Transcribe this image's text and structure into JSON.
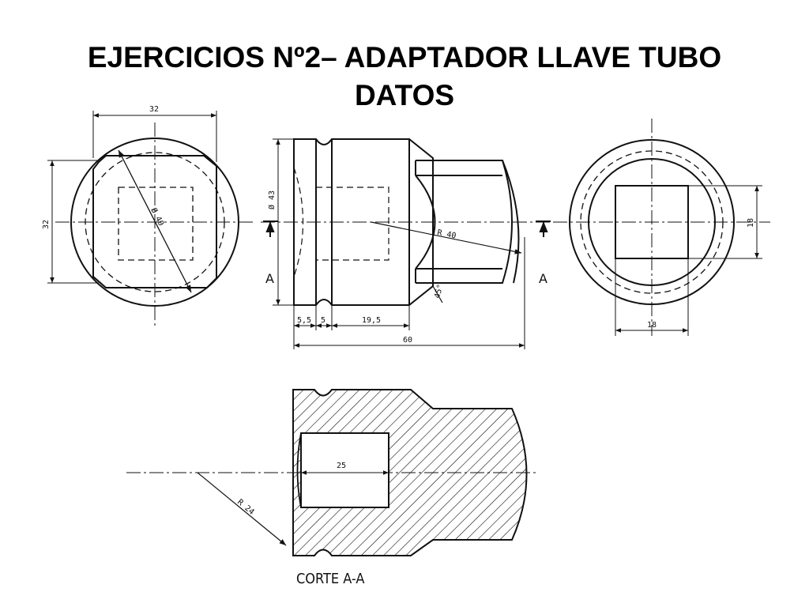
{
  "title": {
    "line1": "EJERCICIOS Nº2– ADAPTADOR LLAVE TUBO",
    "line2": "DATOS"
  },
  "dimensions": {
    "left_width": "32",
    "left_height": "32",
    "left_diag": "Ø 40",
    "front_diameter": "Ø 43",
    "front_radius": "R 40",
    "front_chamfer": "45°",
    "front_d1": "5,5",
    "front_d2": "5",
    "front_d3": "19,5",
    "front_total": "60",
    "right_height": "18",
    "right_width": "18",
    "section_depth": "25",
    "section_radius": "R 24"
  },
  "labels": {
    "section_mark_left": "A",
    "section_mark_right": "A",
    "section_caption": "CORTE A-A"
  }
}
